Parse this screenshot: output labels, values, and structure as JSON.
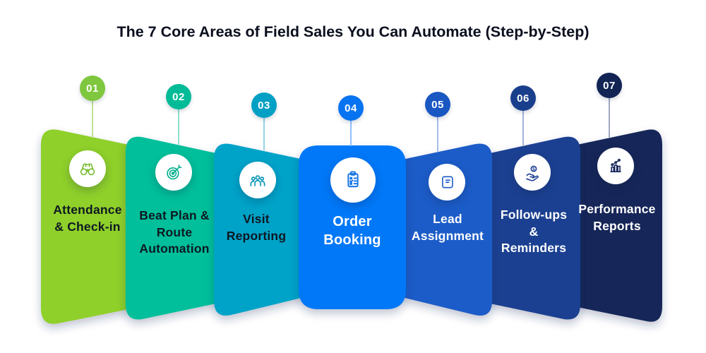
{
  "title": "The 7 Core Areas of Field Sales You Can Automate (Step-by-Step)",
  "cards": [
    {
      "number": "01",
      "label": "Attendance\n& Check-in",
      "icon": "binoculars-icon",
      "color": "#8FD02C",
      "badge_color": "#7EC73E",
      "line_color": "#BEE297",
      "text_color": "#0E1823",
      "icon_color": "#74BC2F"
    },
    {
      "number": "02",
      "label": "Beat Plan &\nRoute\nAutomation",
      "icon": "target-icon",
      "color": "#00BF9A",
      "badge_color": "#00BB97",
      "line_color": "#8FE0CD",
      "text_color": "#0E1823",
      "icon_color": "#00AD8B"
    },
    {
      "number": "03",
      "label": "Visit\nReporting",
      "icon": "team-icon",
      "color": "#00A3C8",
      "badge_color": "#00A0C4",
      "line_color": "#92D2E4",
      "text_color": "#0E1823",
      "icon_color": "#0092B4"
    },
    {
      "number": "04",
      "label": "Order\nBooking",
      "icon": "clipboard-checklist-icon",
      "color": "#0678F8",
      "badge_color": "#0673F0",
      "line_color": "#8FC1F9",
      "text_color": "#FFFFFF",
      "icon_color": "#1273E6"
    },
    {
      "number": "05",
      "label": "Lead\nAssignment",
      "icon": "scroll-icon",
      "color": "#1A5CC8",
      "badge_color": "#1957C2",
      "line_color": "#A4BEE9",
      "text_color": "#FFFFFF",
      "icon_color": "#1B5CC8"
    },
    {
      "number": "06",
      "label": "Follow-ups\n&\nReminders",
      "icon": "hand-coin-icon",
      "color": "#1A4191",
      "badge_color": "#193E8C",
      "line_color": "#A3B2D8",
      "text_color": "#FFFFFF",
      "icon_color": "#1E4094"
    },
    {
      "number": "07",
      "label": "Performance\nReports",
      "icon": "bar-chart-icon",
      "color": "#132759",
      "badge_color": "#122454",
      "line_color": "#9FA9C5",
      "text_color": "#FFFFFF",
      "icon_color": "#16265A"
    }
  ]
}
